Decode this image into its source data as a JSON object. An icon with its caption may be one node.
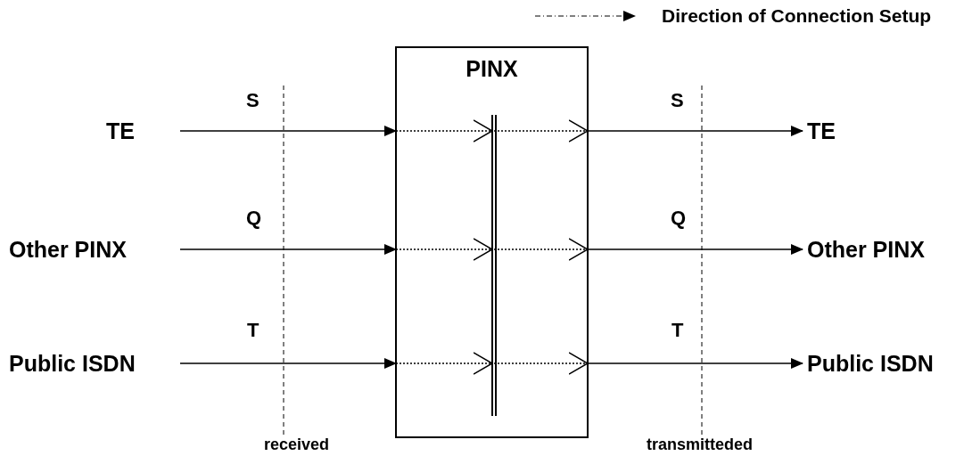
{
  "diagram": {
    "nodes": [
      {
        "text": [
          "PINX"
        ]
      },
      {
        "text": [
          "TE"
        ]
      },
      {
        "text": [
          "Other PINX"
        ]
      },
      {
        "text": [
          "Public ISDN"
        ]
      },
      {
        "text": [
          "TE"
        ]
      },
      {
        "text": [
          "Other PINX"
        ]
      },
      {
        "text": [
          "Public ISDN"
        ]
      },
      {
        "text": [],
        "shape": "bar",
        "in": 0
      }
    ],
    "edges": [
      {
        "from": 1,
        "to": 0,
        "arrow": "to"
      },
      {
        "from": 0,
        "to": 7,
        "arrow": "to",
        "style": "dashed"
      },
      {
        "from": 7,
        "to": 0,
        "arrow": "to",
        "style": "dashed"
      },
      {
        "from": 0,
        "to": 4,
        "arrow": "to"
      },
      {
        "from": 2,
        "to": 0,
        "arrow": "to"
      },
      {
        "from": 0,
        "to": 7,
        "arrow": "to",
        "style": "dashed"
      },
      {
        "from": 7,
        "to": 0,
        "arrow": "to",
        "style": "dashed"
      },
      {
        "from": 0,
        "to": 5,
        "arrow": "to"
      },
      {
        "from": 3,
        "to": 0,
        "arrow": "to"
      },
      {
        "from": 0,
        "to": 7,
        "arrow": "to",
        "style": "dashed"
      },
      {
        "from": 7,
        "to": 0,
        "arrow": "to",
        "style": "dashed"
      },
      {
        "from": 0,
        "to": 6,
        "arrow": "to"
      }
    ],
    "labels": [
      "S",
      "S",
      "Q",
      "Q",
      "T",
      "T",
      "received",
      "transmitteded"
    ],
    "legend": [
      {
        "text": "Direction of Connection Setup"
      }
    ]
  }
}
